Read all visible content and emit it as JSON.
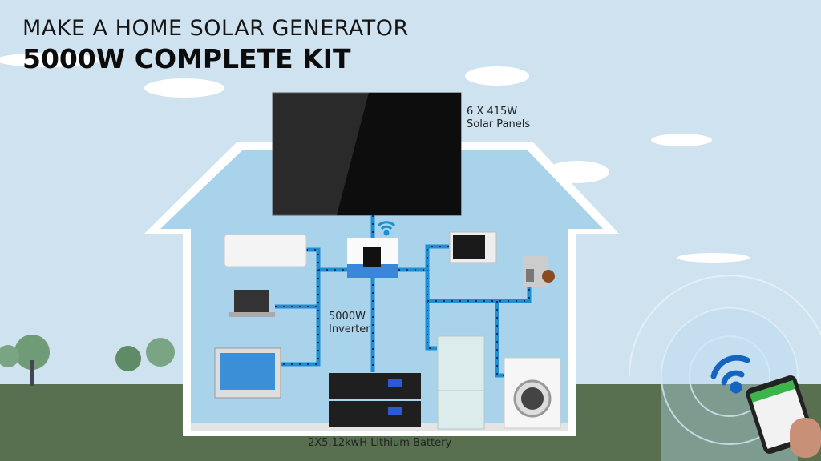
{
  "header": {
    "line1": "MAKE A HOME SOLAR GENERATOR",
    "line2": "5000W COMPLETE KIT"
  },
  "labels": {
    "panels_line1": "6 X 415W",
    "panels_line2": "Solar Panels",
    "inverter_line1": "5000W",
    "inverter_line2": "Inverter",
    "battery": "2X5.12kwH Lithium Battery"
  },
  "colors": {
    "sky": "#cfe2f0",
    "house": "#a9d3ea",
    "ground": "#58704f",
    "cable": "#1e8fd0",
    "panel": "#1c1c1c"
  }
}
